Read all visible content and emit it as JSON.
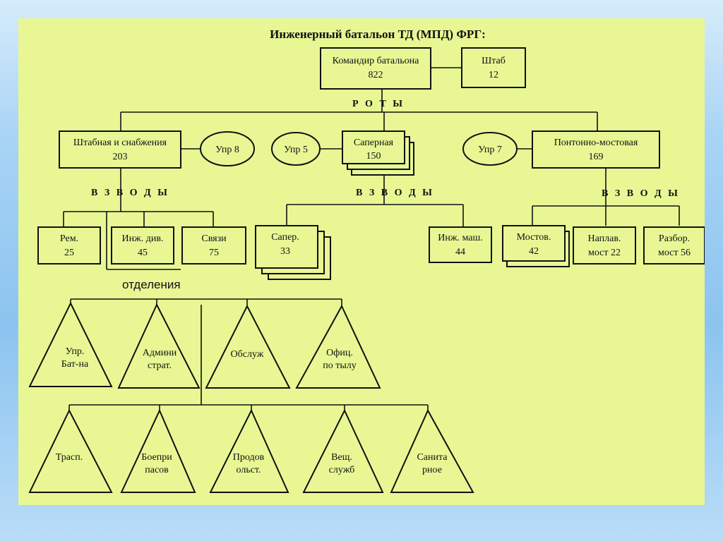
{
  "title": "Инженерный батальон ТД (МПД) ФРГ:",
  "headers": {
    "roty": "Р О Т Ы",
    "vzvody_left": "В З В  О Д Ы",
    "vzvody_mid": "В З В  О Д Ы",
    "vzvody_right": "В З В  О Д Ы",
    "otdeleniya": "отделения"
  },
  "commander": {
    "name": "Командир батальона",
    "count": "822"
  },
  "staff": {
    "name": "Штаб",
    "count": "12"
  },
  "companies": [
    {
      "name": "Штабная и снабжения",
      "count": "203"
    },
    {
      "name": "Саперная",
      "count": "150"
    },
    {
      "name": "Понтонно-мостовая",
      "count": "169"
    }
  ],
  "management": [
    {
      "label": "Упр 8"
    },
    {
      "label": "Упр 5"
    },
    {
      "label": "Упр 7"
    }
  ],
  "platoons_left": [
    {
      "name": "Рем.",
      "count": "25"
    },
    {
      "name": "Инж. див.",
      "count": "45"
    },
    {
      "name": "Связи",
      "count": "75"
    }
  ],
  "platoons_mid": [
    {
      "name": "Сапер.",
      "count": "33"
    },
    {
      "name": "Инж. маш.",
      "count": "44"
    }
  ],
  "platoons_right": [
    {
      "name": "Мостов.",
      "count": "42"
    },
    {
      "name": "Наплав.",
      "count": "мост 22"
    },
    {
      "name": "Разбор.",
      "count": "мост 56"
    }
  ],
  "sections_row1": [
    {
      "line1": "Упр.",
      "line2": "Бат-на"
    },
    {
      "line1": "Админи",
      "line2": "страт."
    },
    {
      "line1": "Обслуж",
      "line2": ""
    },
    {
      "line1": "Офиц.",
      "line2": "по тылу"
    }
  ],
  "sections_row2": [
    {
      "line1": "Трасп.",
      "line2": ""
    },
    {
      "line1": "Боепри",
      "line2": "пасов"
    },
    {
      "line1": "Продов",
      "line2": "ольст."
    },
    {
      "line1": "Вещ.",
      "line2": "служб"
    },
    {
      "line1": "Санита",
      "line2": "рное"
    }
  ]
}
